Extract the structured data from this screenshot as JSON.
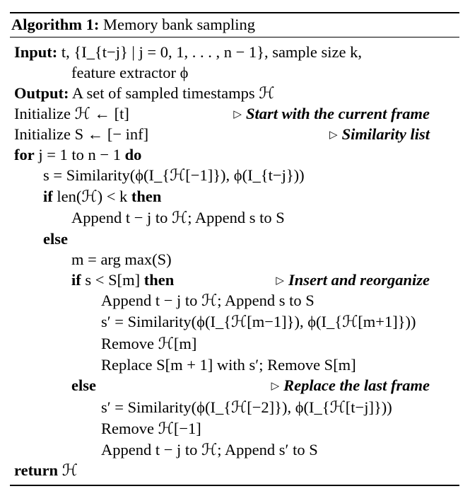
{
  "title": {
    "label": "Algorithm 1:",
    "name": "Memory bank sampling"
  },
  "lines": [
    {
      "key": "Input:",
      "text": "t, {I_{t−j} | j = 0, 1, . . . , n − 1}, sample size k,"
    },
    {
      "text": "feature extractor ϕ"
    },
    {
      "key": "Output:",
      "text": "A set of sampled timestamps ℋ"
    },
    {
      "text": "Initialize ℋ ← [t]",
      "comment": "Start with the current frame"
    },
    {
      "text": "Initialize S ← [− inf]",
      "comment": "Similarity list"
    },
    {
      "key": "for",
      "text": "j = 1 to n − 1",
      "key2": "do"
    },
    {
      "text": "s = Similarity(ϕ(I_{ℋ[−1]}), ϕ(I_{t−j}))"
    },
    {
      "key": "if",
      "text": "len(ℋ) < k",
      "key2": "then"
    },
    {
      "text": "Append t − j to ℋ; Append s to S"
    },
    {
      "key": "else"
    },
    {
      "text": "m = arg max(S)"
    },
    {
      "key": "if",
      "text": "s < S[m]",
      "key2": "then",
      "comment": "Insert and reorganize"
    },
    {
      "text": "Append t − j to ℋ; Append s to S"
    },
    {
      "text": "s′ = Similarity(ϕ(I_{ℋ[m−1]}), ϕ(I_{ℋ[m+1]}))"
    },
    {
      "text": "Remove ℋ[m]"
    },
    {
      "text": "Replace S[m + 1] with s′; Remove S[m]"
    },
    {
      "key": "else",
      "comment": "Replace the last frame"
    },
    {
      "text": "s′ = Similarity(ϕ(I_{ℋ[−2]}), ϕ(I_{ℋ[t−j]}))"
    },
    {
      "text": "Remove ℋ[−1]"
    },
    {
      "text": "Append t − j to ℋ; Append s′ to S"
    },
    {
      "key": "return",
      "text": "ℋ"
    }
  ]
}
